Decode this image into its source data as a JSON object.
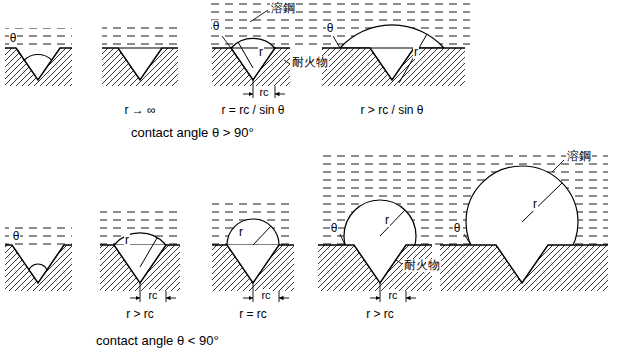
{
  "diagram": {
    "labels": [
      "θ",
      "θ",
      "溶鋼",
      "r",
      "θ",
      "r",
      "耐火物",
      "rc",
      "r → ∞",
      "r = rc / sin θ",
      "r > rc / sin θ",
      "contact angle θ > 90°",
      "θ",
      "r",
      "rc",
      "r",
      "rc",
      "θ",
      "r",
      "rc",
      "耐火物",
      "溶鋼",
      "θ",
      "r",
      "r > rc",
      "r = rc",
      "r > rc",
      "contact angle θ < 90°"
    ]
  }
}
